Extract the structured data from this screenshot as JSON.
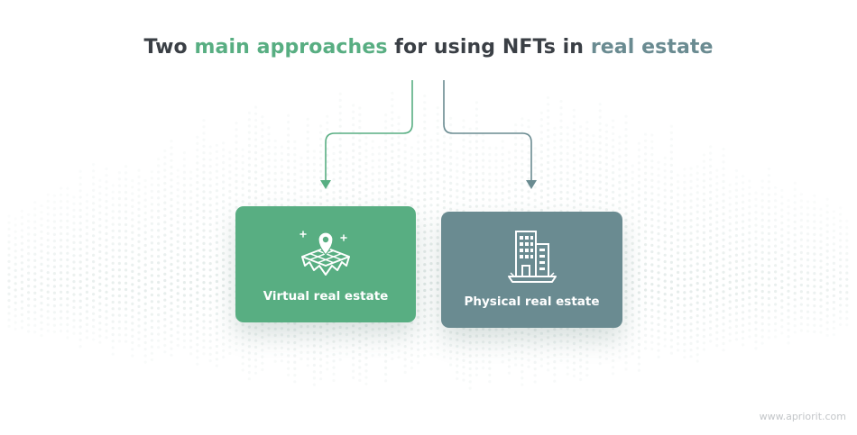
{
  "title": {
    "part1": "Two ",
    "part2": "main approaches",
    "part3": " for using NFTs in ",
    "part4": "real estate"
  },
  "colors": {
    "green": "#58ae82",
    "slate": "#6a8b91",
    "title_text": "#3a3f45",
    "dots": "#c9d8d4"
  },
  "cards": [
    {
      "label": "Virtual real estate",
      "icon": "map-pin-land-icon",
      "color": "#58ae82"
    },
    {
      "label": "Physical real estate",
      "icon": "office-building-icon",
      "color": "#6a8b91"
    }
  ],
  "watermark": "www.apriorit.com"
}
